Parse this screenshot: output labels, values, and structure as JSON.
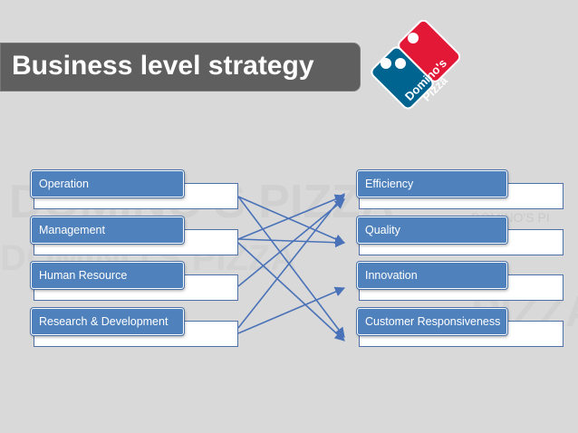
{
  "slide": {
    "title": "Business level strategy"
  },
  "logo": {
    "name": "Domino's Pizza logo",
    "text_line1": "Domino's",
    "text_line2": "Pizza",
    "colors": {
      "blue": "#006491",
      "red": "#e31837",
      "white": "#ffffff"
    }
  },
  "watermark": {
    "texts": [
      "DOMINO'S PIZZA",
      "DOMINO'S PIZZA",
      "DOMINO'S PI",
      "PIZZA"
    ]
  },
  "diagram": {
    "left_items": [
      "Operation",
      "Management",
      "Human Resource",
      "Research & Development"
    ],
    "right_items": [
      "Efficiency",
      "Quality",
      "Innovation",
      "Customer Responsiveness"
    ],
    "links": [
      {
        "from": "Operation",
        "to": "Quality"
      },
      {
        "from": "Operation",
        "to": "Customer Responsiveness"
      },
      {
        "from": "Management",
        "to": "Efficiency"
      },
      {
        "from": "Management",
        "to": "Quality"
      },
      {
        "from": "Management",
        "to": "Customer Responsiveness"
      },
      {
        "from": "Human Resource",
        "to": "Efficiency"
      },
      {
        "from": "Research & Development",
        "to": "Efficiency"
      },
      {
        "from": "Research & Development",
        "to": "Innovation"
      }
    ],
    "colors": {
      "box_fill": "#4f81bd",
      "arrow": "#4a72b8"
    }
  }
}
